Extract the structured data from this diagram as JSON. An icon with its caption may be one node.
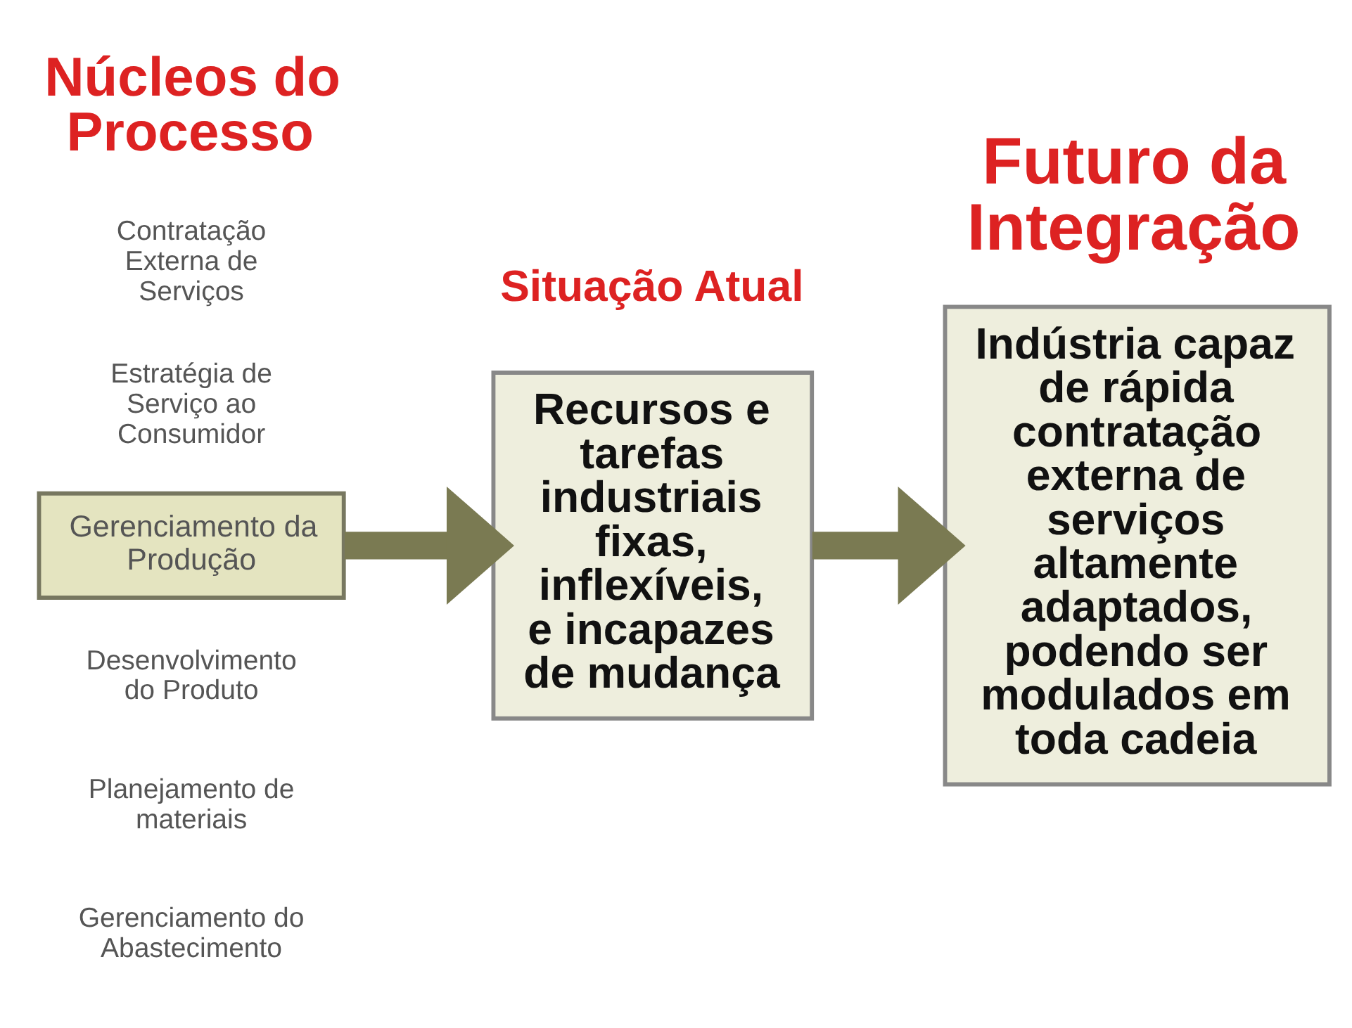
{
  "diagram": {
    "nodes": [
      {
        "text": [
          "Gerenciamento da Produção"
        ]
      },
      {
        "text": [
          "Recursos e tarefas industriais fixas, inflexíveis, e incapazes de mudança"
        ]
      },
      {
        "text": [
          "Indústria capaz de rápida contratação externa de serviços altamente adaptados, podendo ser modulados em toda cadeia"
        ]
      }
    ],
    "edges": [
      {
        "from": 0,
        "to": 1,
        "arrow": "to"
      },
      {
        "from": 1,
        "to": 2,
        "arrow": "to"
      }
    ],
    "labels": [
      "Núcleos do Processo",
      "Situação Atual",
      "Futuro da Integração",
      "Contratação Externa de Serviços",
      "Estratégia de Serviço ao Consumidor",
      "Desenvolvimento do Produto",
      "Planejamento de materiais",
      "Gerenciamento do Abastecimento"
    ]
  }
}
